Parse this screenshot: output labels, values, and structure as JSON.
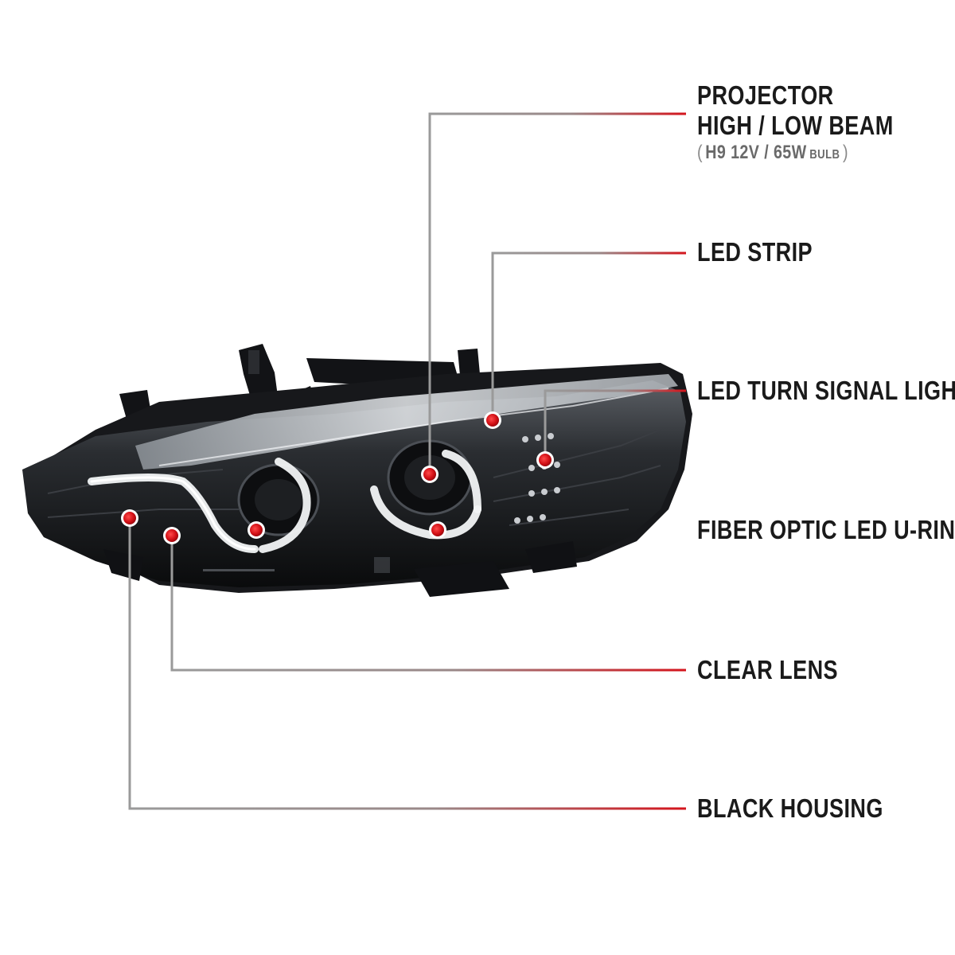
{
  "callouts": {
    "projector": {
      "line1": "PROJECTOR",
      "line2": "HIGH / LOW BEAM",
      "spec_open": "(",
      "spec_main": "H9  12V / 65W",
      "spec_small": "BULB",
      "spec_close": ")"
    },
    "led_strip": "LED STRIP",
    "turn_signal": "LED TURN SIGNAL LIGHT",
    "u_rings": "FIBER OPTIC LED U-RINGS",
    "clear_lens": "CLEAR LENS",
    "black_housing": "BLACK HOUSING"
  },
  "colors": {
    "accent_red": "#d4141c",
    "leader_gray": "#8a8a8a",
    "housing_black": "#0b0c0e"
  }
}
